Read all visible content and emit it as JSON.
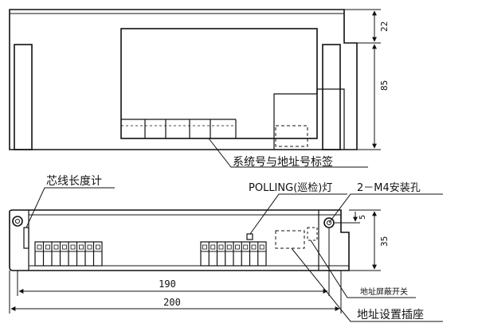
{
  "labels": {
    "tag_label": "系统号与地址号标签",
    "wire_length_gauge": "芯线长度计",
    "polling_lamp": "POLLING(巡检)灯",
    "mounting_holes": "2－M4安装孔",
    "address_mask_switch": "地址屏蔽开关",
    "address_setting_socket": "地址设置插座"
  },
  "dimensions": {
    "top_offset": "22",
    "front_height": "85",
    "bottom_height": "35",
    "hole_offset": "5",
    "inner_length": "190",
    "overall_length": "200"
  }
}
